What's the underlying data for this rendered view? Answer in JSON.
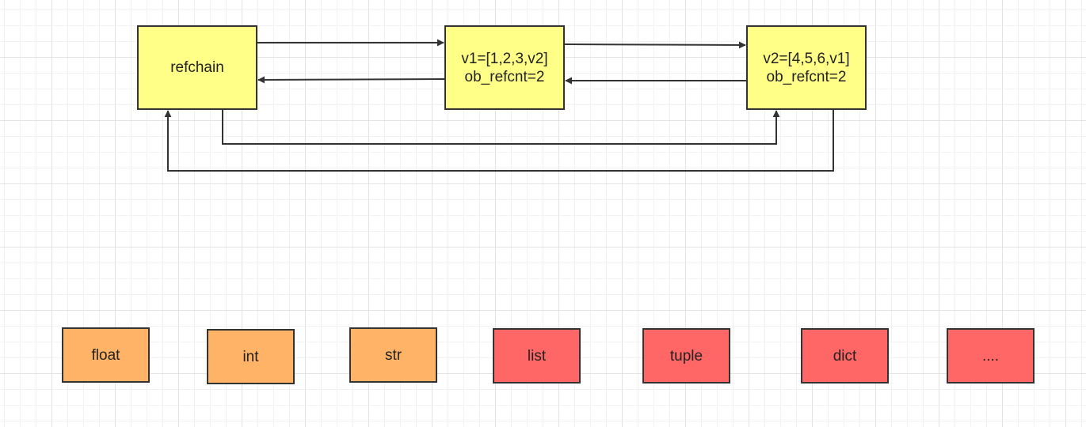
{
  "nodes": {
    "refchain": {
      "label": "refchain"
    },
    "v1": {
      "line1": "v1=[1,2,3,v2]",
      "line2": "ob_refcnt=2"
    },
    "v2": {
      "line1": "v2=[4,5,6,v1]",
      "line2": "ob_refcnt=2"
    }
  },
  "types": [
    {
      "label": "float",
      "color": "#ffb366"
    },
    {
      "label": "int",
      "color": "#ffb366"
    },
    {
      "label": "str",
      "color": "#ffb366"
    },
    {
      "label": "list",
      "color": "#ff6666"
    },
    {
      "label": "tuple",
      "color": "#ff6666"
    },
    {
      "label": "dict",
      "color": "#ff6666"
    },
    {
      "label": "....",
      "color": "#ff6666"
    }
  ],
  "colors": {
    "node_fill": "#ffff88",
    "stroke": "#333333",
    "grid": "#e3e3e3"
  }
}
